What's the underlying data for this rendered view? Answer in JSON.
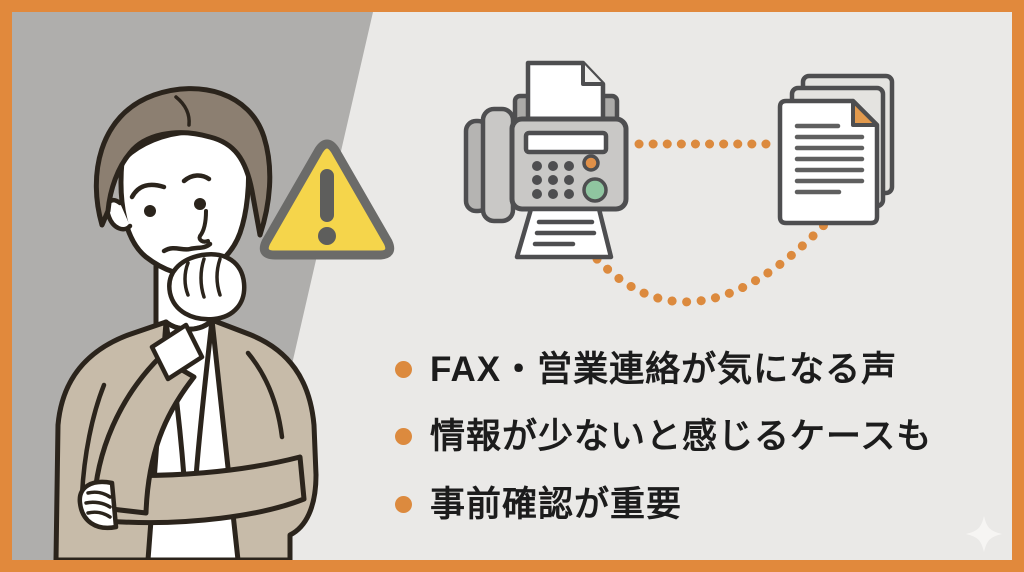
{
  "frame": {
    "border_color": "#E1893C",
    "panel_left_color": "#AFAEAC",
    "panel_right_color": "#EAE9E7"
  },
  "points": {
    "bullet_color": "#DC8A3E",
    "text_color": "#1C1C1C",
    "items": [
      "FAX・営業連絡が気になる声",
      "情報が少ないと感じるケースも",
      "事前確認が重要"
    ]
  },
  "illustrations": {
    "thinking_man": {
      "icon": "thinking-businessman-illustration",
      "suit_color": "#C7BBA9",
      "hair_color": "#8C7F71",
      "outline_color": "#2B241C"
    },
    "warning_triangle": {
      "icon": "warning-triangle-icon",
      "fill": "#F5D54B",
      "border": "#6B6B69"
    },
    "fax_machine": {
      "icon": "fax-machine-icon",
      "body_color": "#C9C8C6",
      "outline_color": "#4E4E50",
      "button_orange": "#E09048",
      "button_green": "#8FC5A0"
    },
    "documents": {
      "icon": "documents-stack-icon",
      "page_color": "#FFFFFF",
      "back_page_color": "#E4E3E0",
      "fold_color": "#E39A4D"
    },
    "connector": {
      "icon": "dotted-connector-line",
      "color": "#DC8A3E"
    },
    "sparkle": {
      "icon": "sparkle-icon",
      "color": "#F6F5F3"
    }
  }
}
